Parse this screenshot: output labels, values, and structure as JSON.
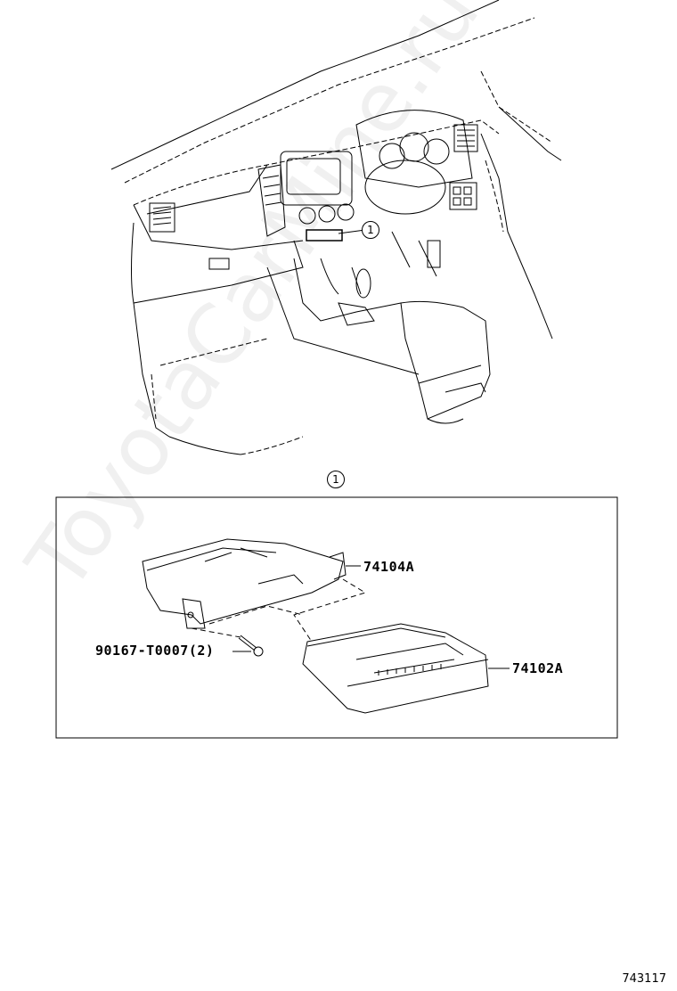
{
  "watermark": "ToyotaCarMine.ru",
  "callout": "1",
  "parts": {
    "bracket": "74104A",
    "screw": "90167-T0007(2)",
    "box": "74102A"
  },
  "diagram_id": "743117"
}
